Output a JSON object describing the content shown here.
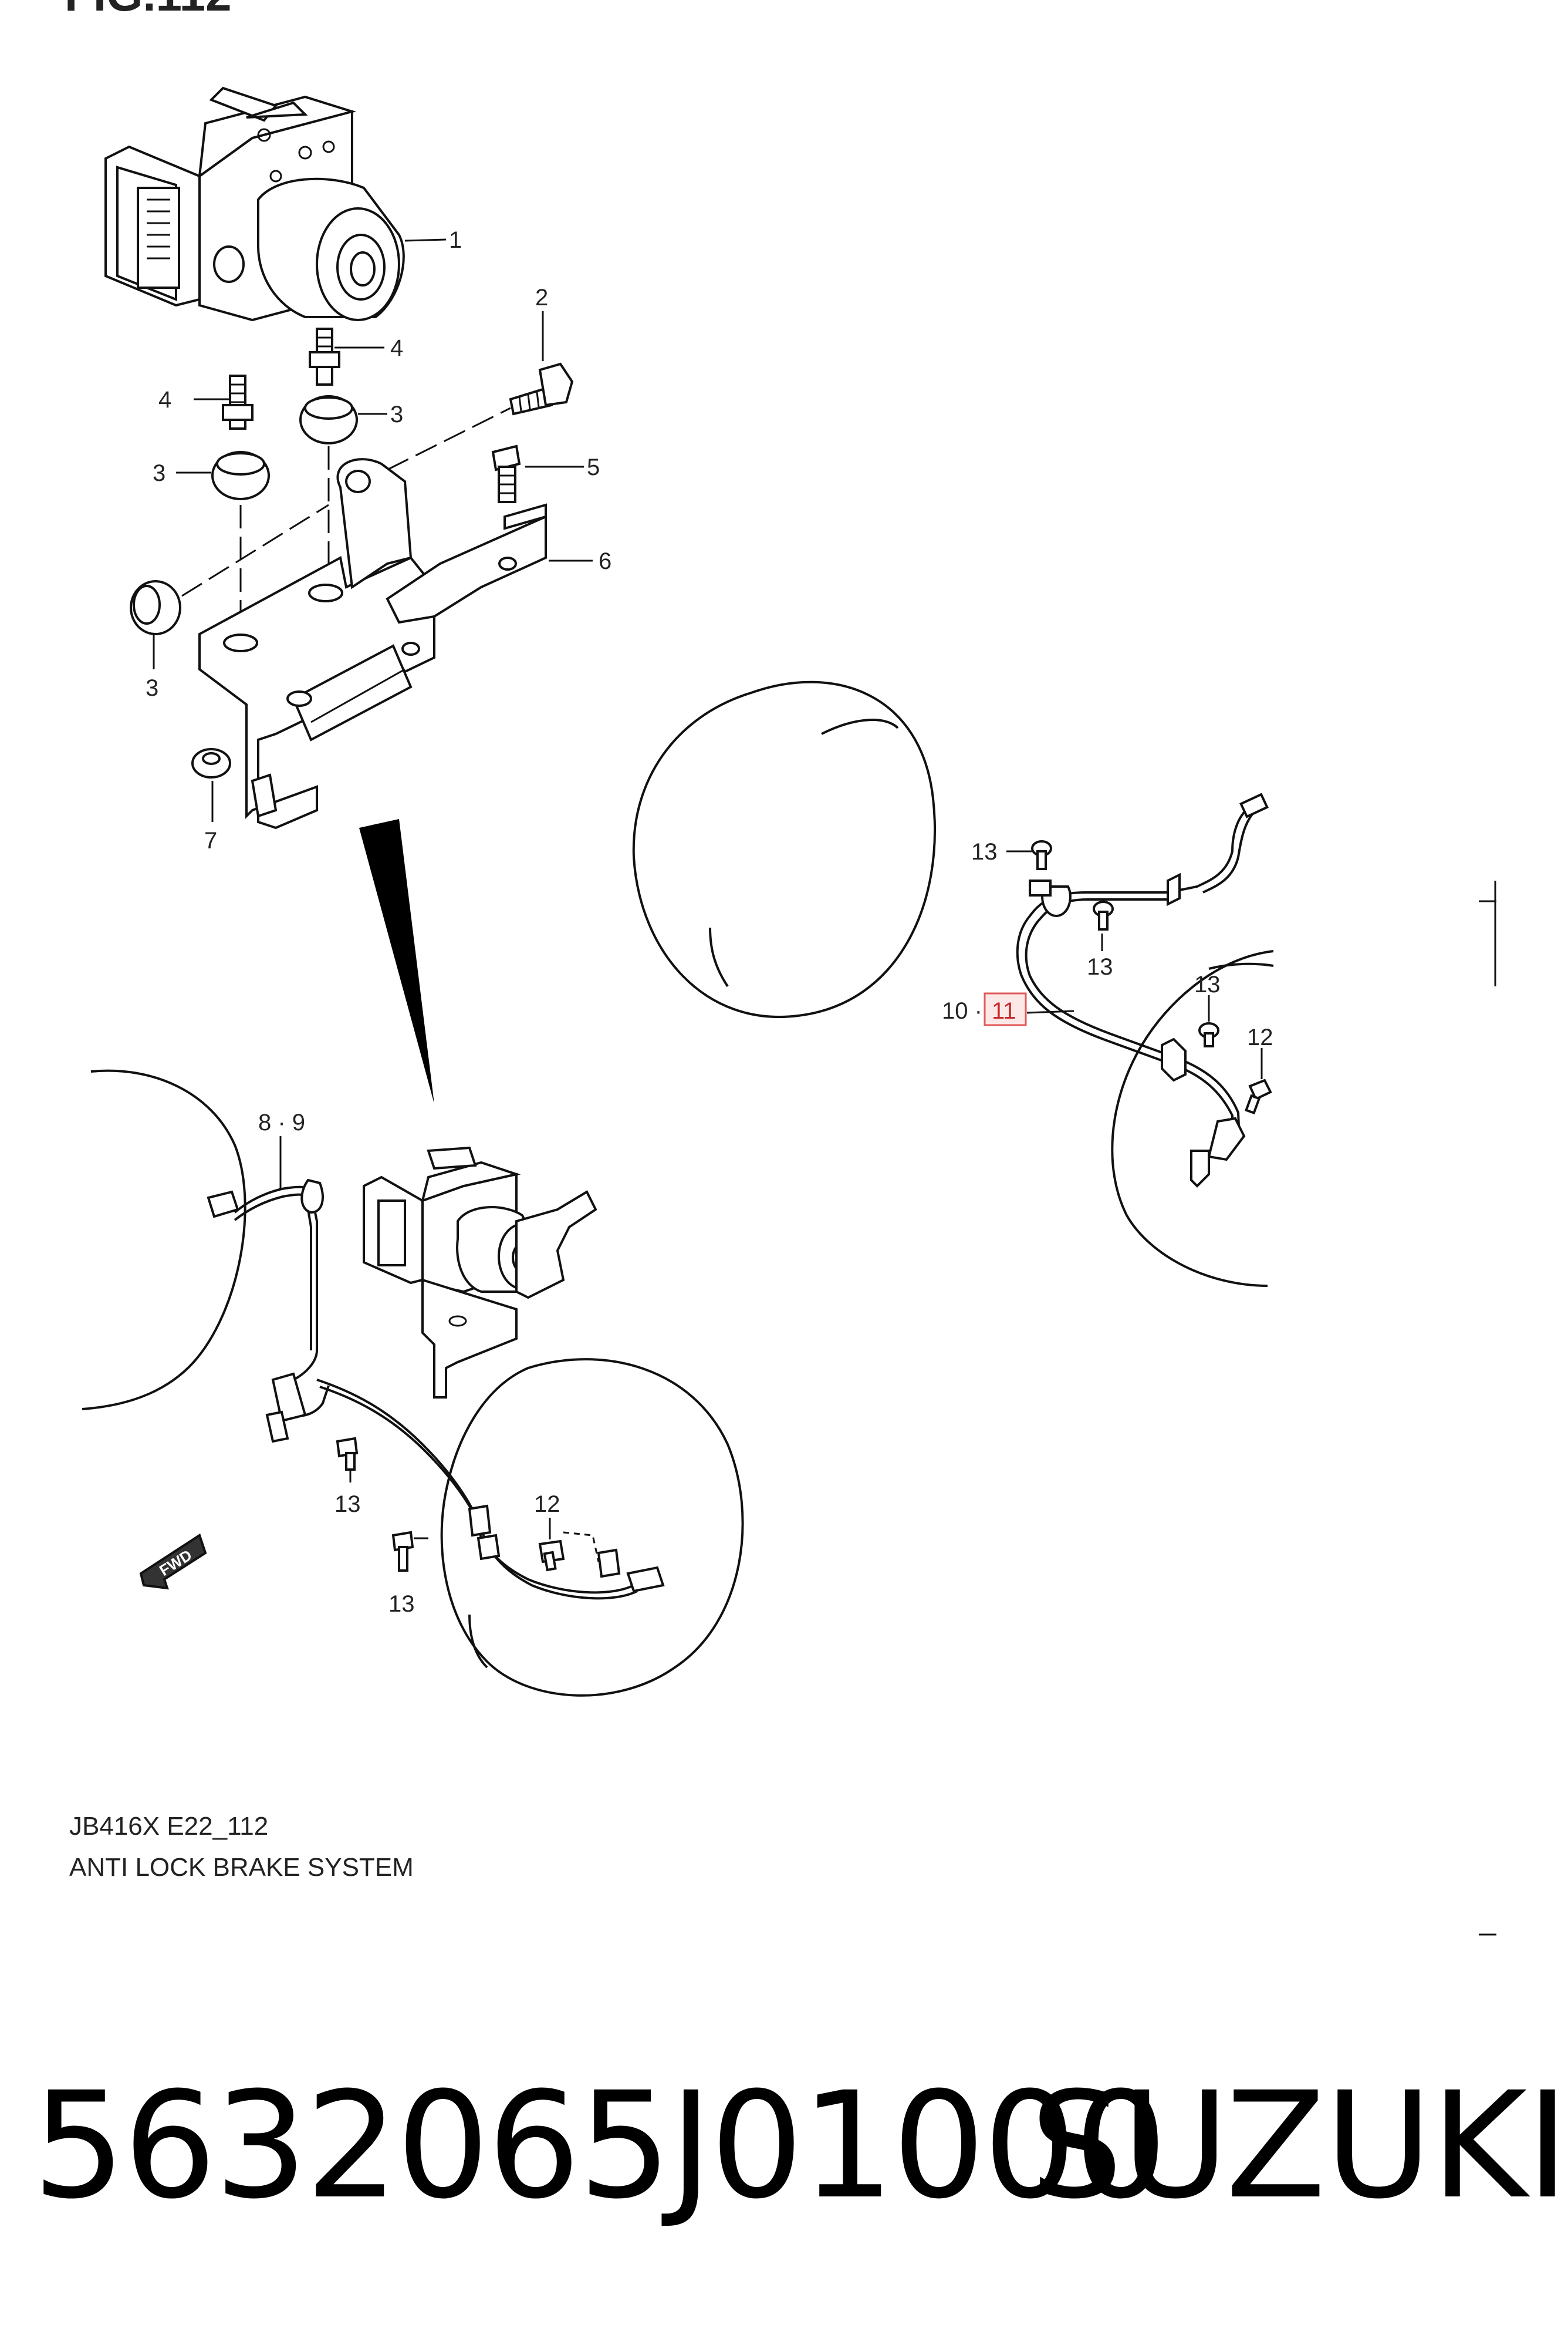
{
  "header_fragment": "FIG.112",
  "callouts": [
    "1",
    "2",
    "3",
    "3",
    "3",
    "4",
    "4",
    "5",
    "6",
    "7",
    "8 · 9",
    "10 ·",
    "11",
    "12",
    "12",
    "13",
    "13",
    "13",
    "13",
    "13"
  ],
  "highlighted_callout": "11",
  "highlight_color": "#e05a5a",
  "caption": {
    "code": "JB416X E22_112",
    "title": "ANTI LOCK BRAKE SYSTEM"
  },
  "fwd_label": "FWD",
  "part_number": "5632065J01000",
  "brand": "SUZUKI"
}
